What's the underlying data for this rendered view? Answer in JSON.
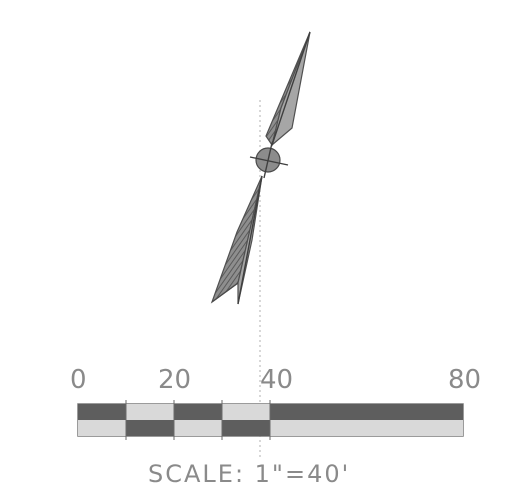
{
  "scale_bar": {
    "tick_labels": [
      "0",
      "20",
      "40",
      "80"
    ],
    "caption": "SCALE: 1\"=40'",
    "dark_color": "#5e5e5e",
    "light_color": "#d9d9d9"
  },
  "north_arrow": {
    "fill_color": "#707070",
    "icon": "north-arrow-icon"
  }
}
